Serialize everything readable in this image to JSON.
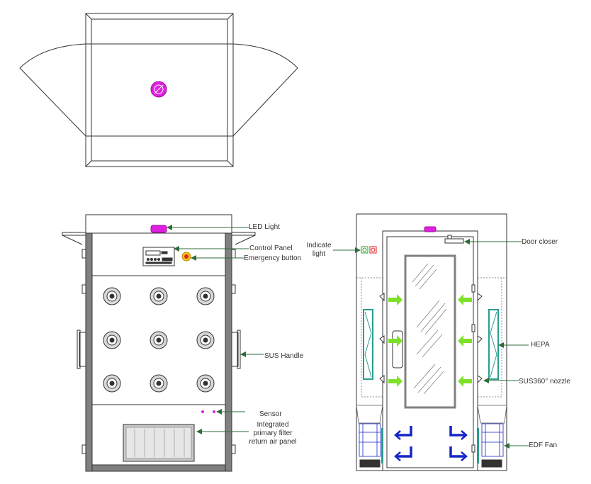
{
  "labels": {
    "led_light": "LED Light",
    "control_panel": "Control Panel",
    "emergency_button": "Emergency button",
    "sus_handle": "SUS Handle",
    "sensor": "Sensor",
    "return_panel": "Integrated\nprimary filter\nreturn air panel",
    "indicate_light": "Indicate\nlight",
    "door_closer": "Door closer",
    "hepa": "HEPA",
    "nozzle": "SUS360° nozzle",
    "edf_fan": "EDF Fan"
  },
  "colors": {
    "line": "#333333",
    "leader": "#2e6b3a",
    "magenta": "#e020e0",
    "flow_green": "#7fe02a",
    "flow_blue": "#1525c8",
    "body_gray": "#808080",
    "hepa_teal": "#2a9d8f"
  }
}
